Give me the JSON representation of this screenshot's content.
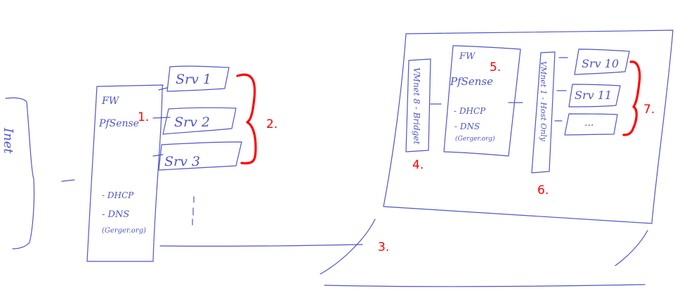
{
  "left": {
    "internet_label": "Inet",
    "fw_label": "FW",
    "pfsense_label": "PfSense",
    "dhcp_label": "- DHCP",
    "dns_label": "- DNS",
    "dns_sub_label": "(Gerger.org)",
    "servers": [
      "Srv 1",
      "Srv 2",
      "Srv 3"
    ]
  },
  "right": {
    "vmnet_left_label": "VMnet 8 - Bridget",
    "fw_label": "FW",
    "pfsense_label": "PfSense",
    "dhcp_label": "- DHCP",
    "dns_label": "- DNS",
    "dns_sub_label": "(Gerger.org)",
    "vmnet_right_label": "VMnet 1 - Host Only",
    "servers": [
      "Srv 10",
      "Srv 11",
      "..."
    ]
  },
  "annotations": [
    "1.",
    "2.",
    "3.",
    "4.",
    "5.",
    "6.",
    "7."
  ],
  "colors": {
    "ink": "#4f56c7",
    "annotation": "#ff0000"
  }
}
